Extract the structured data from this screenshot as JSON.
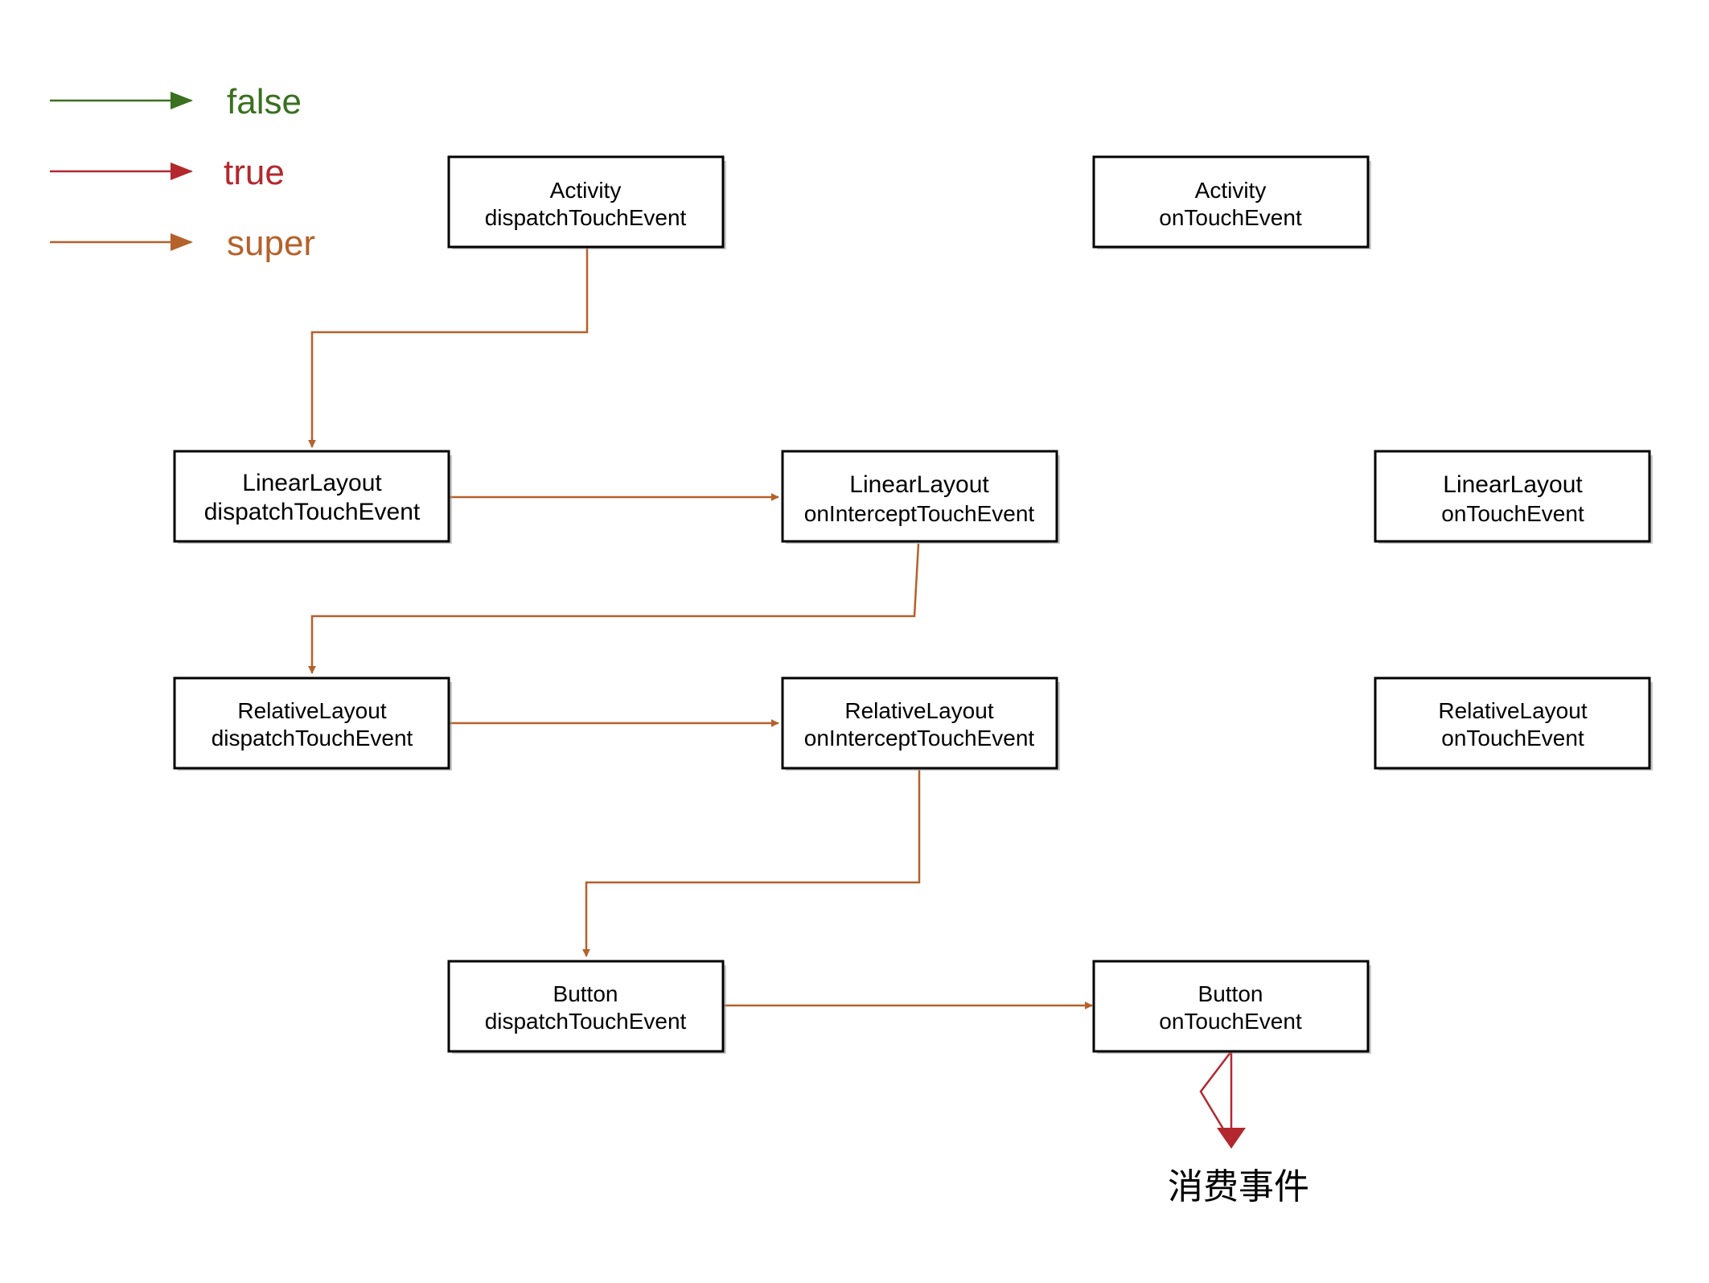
{
  "colors": {
    "false": "#3a7020",
    "true": "#b3282e",
    "super": "#b5612a"
  },
  "legend": [
    {
      "key": "false",
      "label": "false"
    },
    {
      "key": "true",
      "label": "true"
    },
    {
      "key": "super",
      "label": "super"
    }
  ],
  "nodes": {
    "activity_dispatch": {
      "line1": "Activity",
      "line2": "dispatchTouchEvent"
    },
    "activity_ontouch": {
      "line1": "Activity",
      "line2": "onTouchEvent"
    },
    "linear_dispatch": {
      "line1": "LinearLayout",
      "line2": "dispatchTouchEvent"
    },
    "linear_intercept": {
      "line1": "LinearLayout",
      "line2": "onInterceptTouchEvent"
    },
    "linear_ontouch": {
      "line1": "LinearLayout",
      "line2": "onTouchEvent"
    },
    "relative_dispatch": {
      "line1": "RelativeLayout",
      "line2": "dispatchTouchEvent"
    },
    "relative_intercept": {
      "line1": "RelativeLayout",
      "line2": "onInterceptTouchEvent"
    },
    "relative_ontouch": {
      "line1": "RelativeLayout",
      "line2": "onTouchEvent"
    },
    "button_dispatch": {
      "line1": "Button",
      "line2": "dispatchTouchEvent"
    },
    "button_ontouch": {
      "line1": "Button",
      "line2": "onTouchEvent"
    }
  },
  "edges": [
    {
      "from": "activity_dispatch",
      "to": "linear_dispatch",
      "type": "super"
    },
    {
      "from": "linear_dispatch",
      "to": "linear_intercept",
      "type": "super"
    },
    {
      "from": "linear_intercept",
      "to": "relative_dispatch",
      "type": "super"
    },
    {
      "from": "relative_dispatch",
      "to": "relative_intercept",
      "type": "super"
    },
    {
      "from": "relative_intercept",
      "to": "button_dispatch",
      "type": "super"
    },
    {
      "from": "button_dispatch",
      "to": "button_ontouch",
      "type": "super"
    },
    {
      "from": "button_ontouch",
      "to": "consume",
      "type": "true"
    }
  ],
  "result_label": "消费事件"
}
